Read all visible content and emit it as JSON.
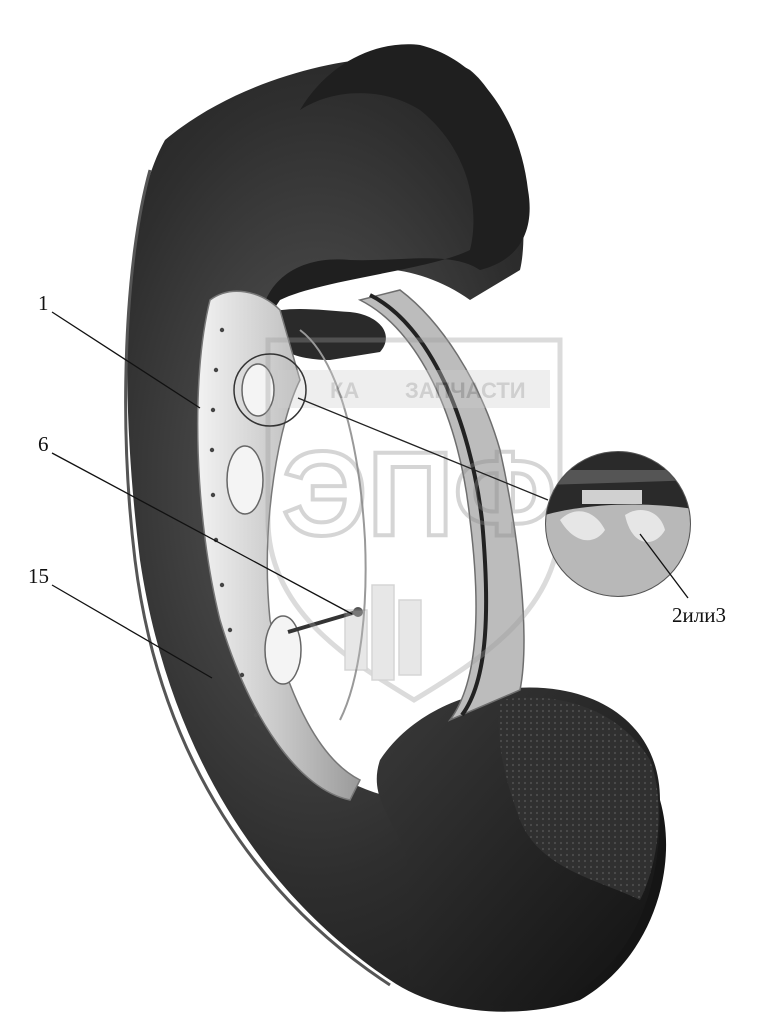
{
  "figure": {
    "callouts": [
      {
        "id": "c1",
        "label": "1"
      },
      {
        "id": "c6",
        "label": "6"
      },
      {
        "id": "c15",
        "label": "15"
      },
      {
        "id": "c23",
        "label": "2или3"
      }
    ]
  },
  "watermark": {
    "logo_text": "ЭПФ",
    "banner_left": "КА",
    "banner_right": "ЗАПЧАСТИ"
  },
  "colors": {
    "tire": "#2b2b2b",
    "tire_dark": "#1a1a1a",
    "tire_light": "#4a4a4a",
    "rim": "#d8d8d8",
    "rim_shadow": "#8a8a8a",
    "leader": "#111111"
  }
}
